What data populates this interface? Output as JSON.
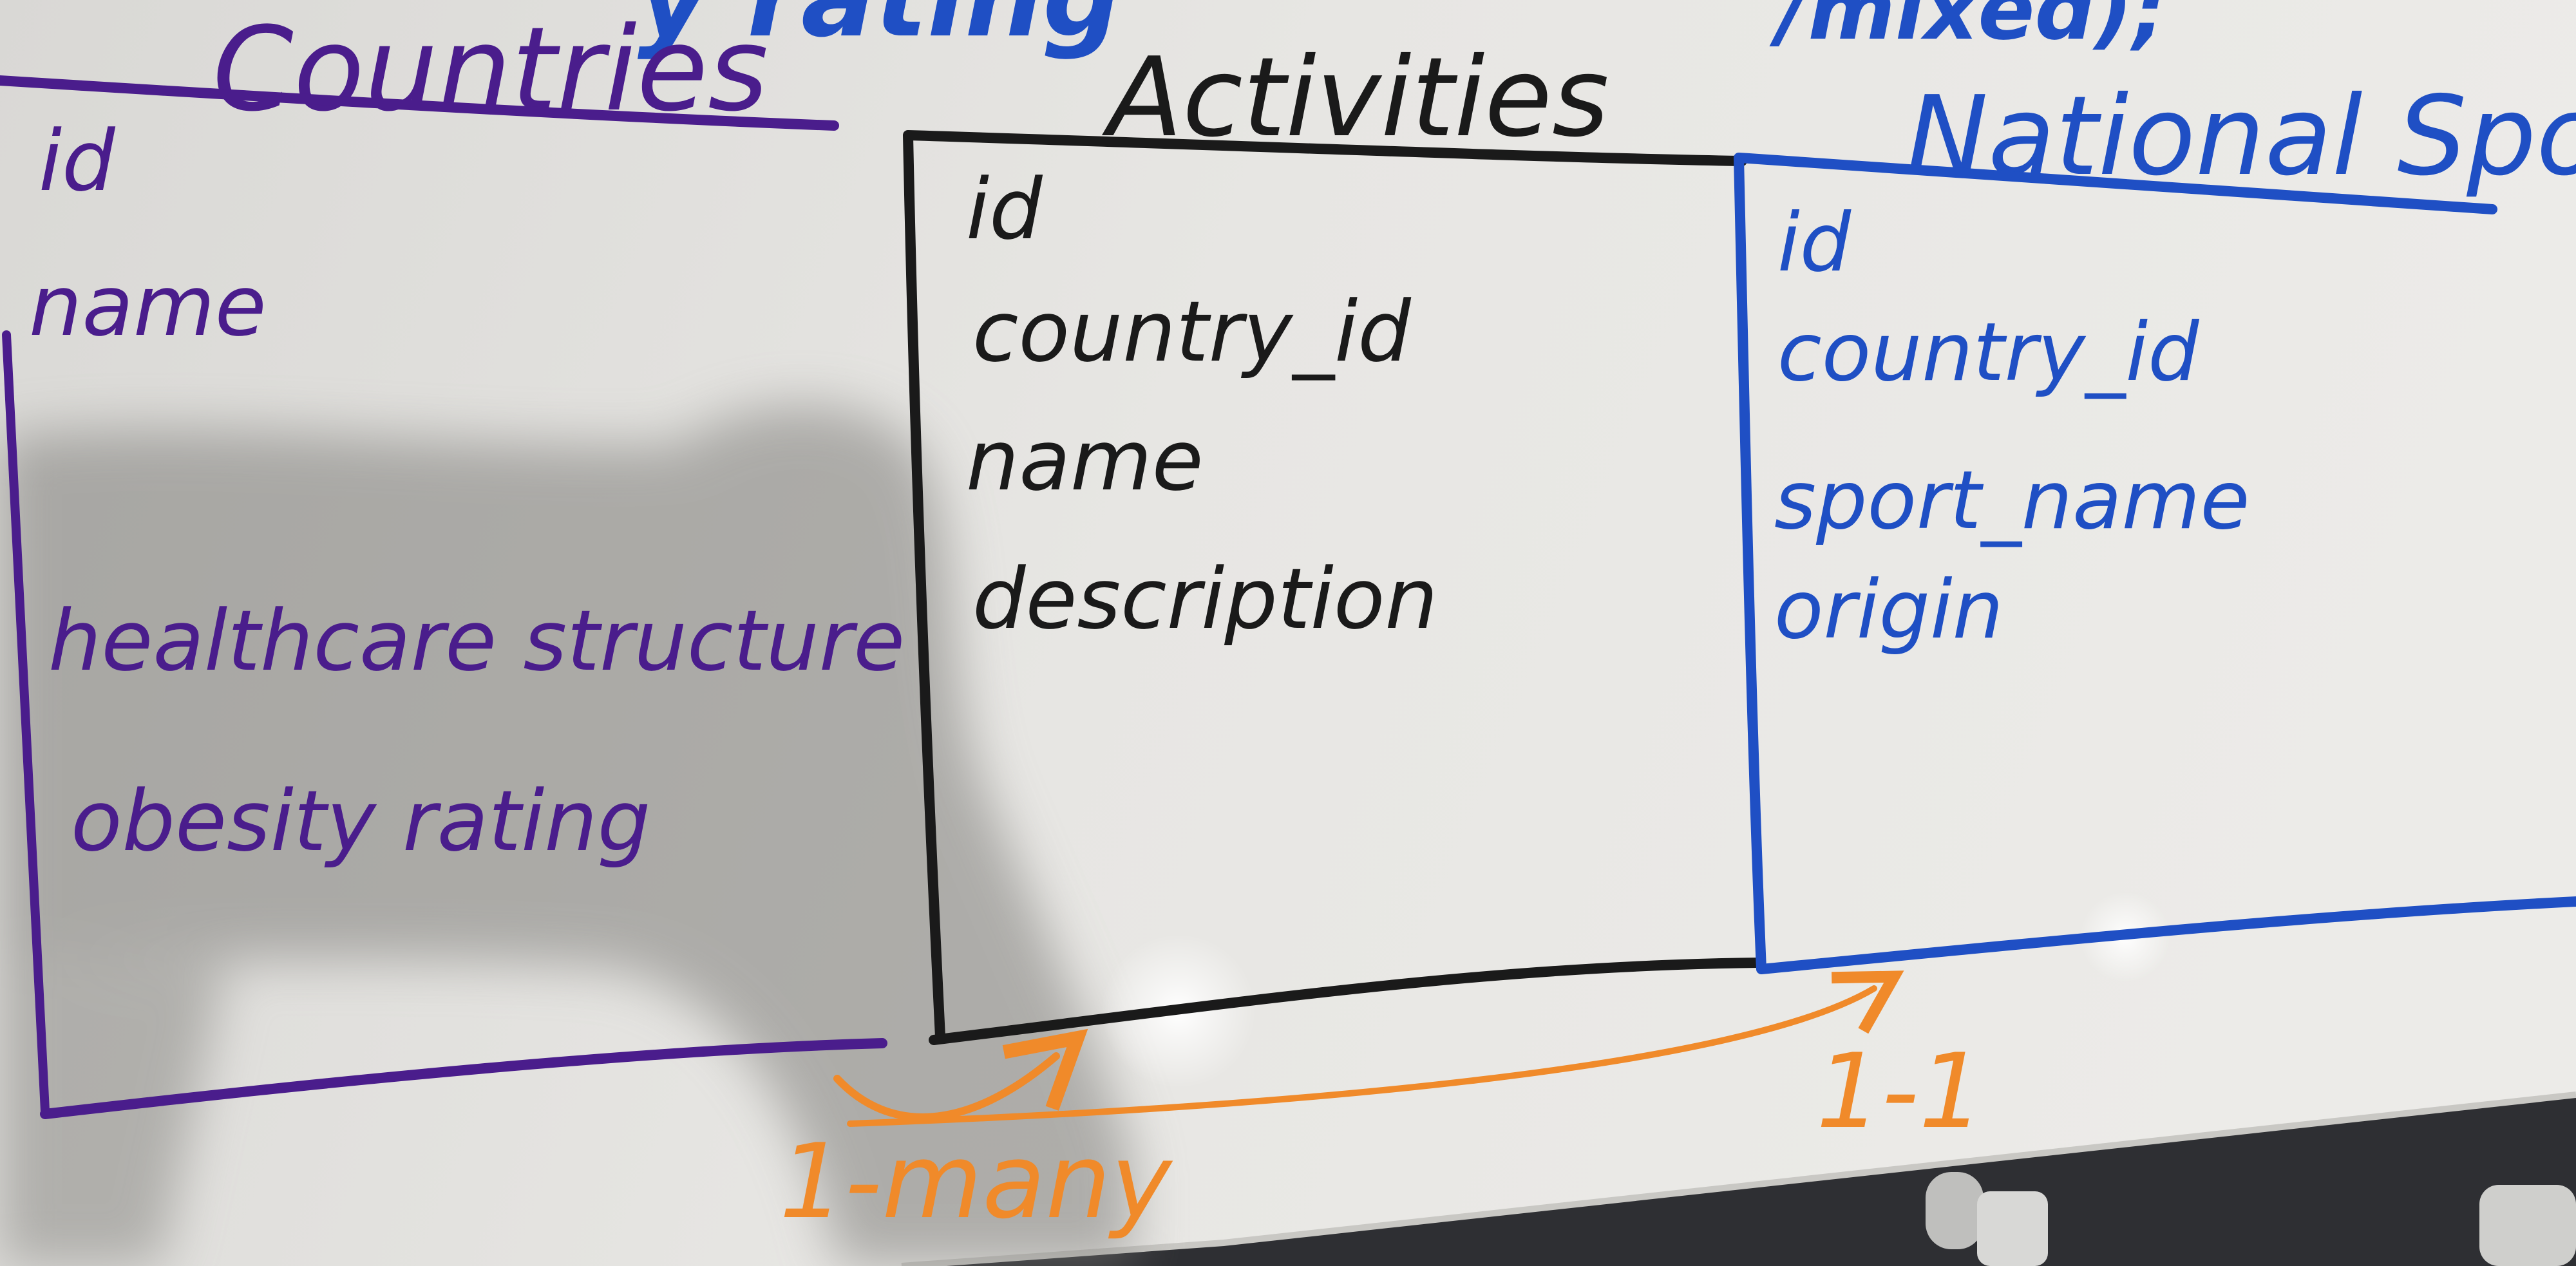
{
  "top_text": {
    "left_fragment": "y rating",
    "right_fragment": "/mixed);"
  },
  "tables": {
    "countries": {
      "title": "Countries",
      "fields": [
        "id",
        "name",
        "healthcare structure",
        "obesity rating"
      ],
      "color": "#4a1d8c"
    },
    "activities": {
      "title": "Activities",
      "fields": [
        "id",
        "country_id",
        "name",
        "description"
      ],
      "color": "#1a1a1a"
    },
    "national_sport": {
      "title": "National Sport",
      "fields": [
        "id",
        "country_id",
        "sport_name",
        "origin"
      ],
      "color": "#1f4fc4"
    }
  },
  "relationships": [
    {
      "label": "1-many",
      "color": "#f08a2a"
    },
    {
      "label": "1-1",
      "color": "#f08a2a"
    }
  ],
  "colors": {
    "board": "#e4e3e0",
    "floor": "#2e2f33"
  }
}
